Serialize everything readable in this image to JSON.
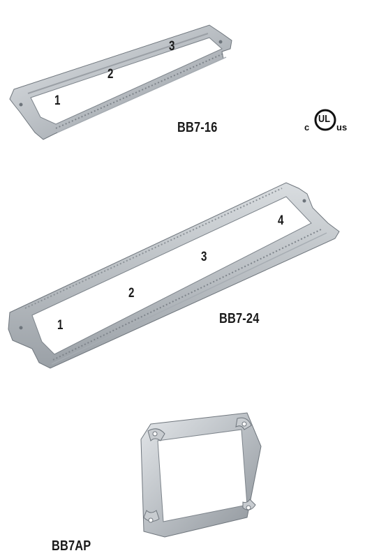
{
  "products": [
    {
      "model": "BB7-16",
      "positions": [
        "1",
        "2",
        "3"
      ]
    },
    {
      "model": "BB7-24",
      "positions": [
        "1",
        "2",
        "3",
        "4"
      ]
    },
    {
      "model": "BB7AP"
    }
  ],
  "certification": {
    "left": "c",
    "mark": "UL",
    "right": "us"
  }
}
